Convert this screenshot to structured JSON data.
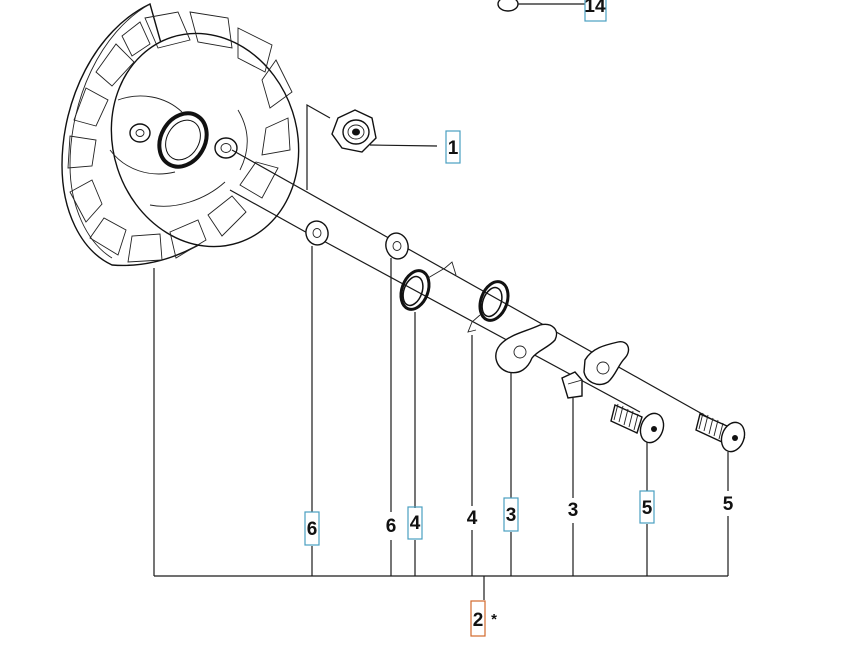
{
  "diagram": {
    "callouts": [
      {
        "id": "c14",
        "label": "14",
        "boxed": true
      },
      {
        "id": "c1",
        "label": "1",
        "boxed": true
      },
      {
        "id": "c6a",
        "label": "6",
        "boxed": true
      },
      {
        "id": "c6b",
        "label": "6",
        "boxed": false
      },
      {
        "id": "c4a",
        "label": "4",
        "boxed": true
      },
      {
        "id": "c4b",
        "label": "4",
        "boxed": false
      },
      {
        "id": "c3a",
        "label": "3",
        "boxed": true
      },
      {
        "id": "c3b",
        "label": "3",
        "boxed": false
      },
      {
        "id": "c5a",
        "label": "5",
        "boxed": true
      },
      {
        "id": "c5b",
        "label": "5",
        "boxed": false
      },
      {
        "id": "c2",
        "label": "2",
        "boxed": true,
        "suffix": "*"
      }
    ],
    "colors": {
      "line": "#1a1a1a",
      "box_link": "#4a9fc0",
      "box_assembly": "#d2692c"
    }
  }
}
